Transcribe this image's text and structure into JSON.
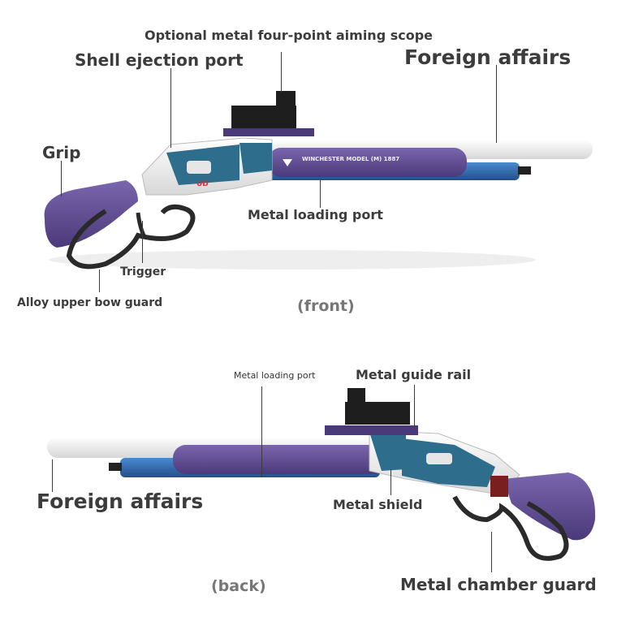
{
  "front": {
    "labels": {
      "scope": "Optional metal four-point aiming scope",
      "shell_ejection": "Shell ejection port",
      "foreign_affairs": "Foreign affairs",
      "grip": "Grip",
      "loading_port": "Metal loading port",
      "trigger": "Trigger",
      "bow_guard": "Alloy upper bow guard"
    },
    "caption": "(front)",
    "engraving": "WINCHESTER MODEL (M) 1887",
    "logo": "UD"
  },
  "back": {
    "labels": {
      "loading_port": "Metal loading port",
      "guide_rail": "Metal guide rail",
      "foreign_affairs": "Foreign affairs",
      "shield": "Metal shield",
      "chamber_guard": "Metal chamber guard"
    },
    "caption": "(back)"
  },
  "colors": {
    "purple": "#5c4a8e",
    "blue": "#2f6fa8",
    "teal": "#2e6d8c",
    "white": "#f2f2f2",
    "black": "#222222"
  }
}
